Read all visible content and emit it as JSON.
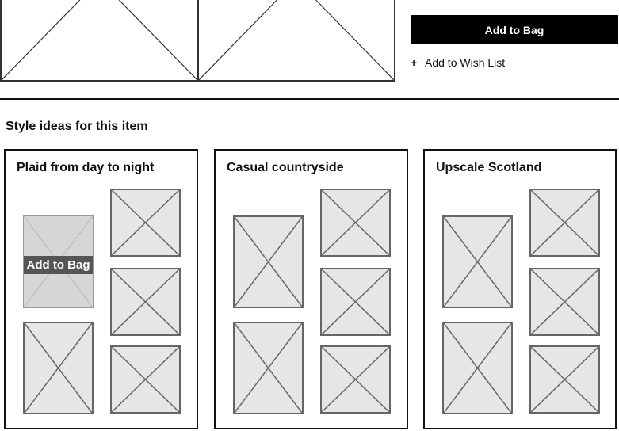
{
  "product": {
    "add_to_bag_label": "Add to Bag",
    "wish_list_label": "Add to Wish List",
    "wish_list_icon": "plus-icon"
  },
  "style_ideas": {
    "heading": "Style ideas for this item",
    "cards": [
      {
        "title": "Plaid from day to night",
        "hover_button_label": "Add to Bag"
      },
      {
        "title": "Casual countryside"
      },
      {
        "title": "Upscale Scotland"
      }
    ]
  },
  "colors": {
    "primary_button_bg": "#000000",
    "overlay_button_bg": "#555555",
    "placeholder_fill": "#e6e6e6",
    "placeholder_stroke": "#666666"
  }
}
